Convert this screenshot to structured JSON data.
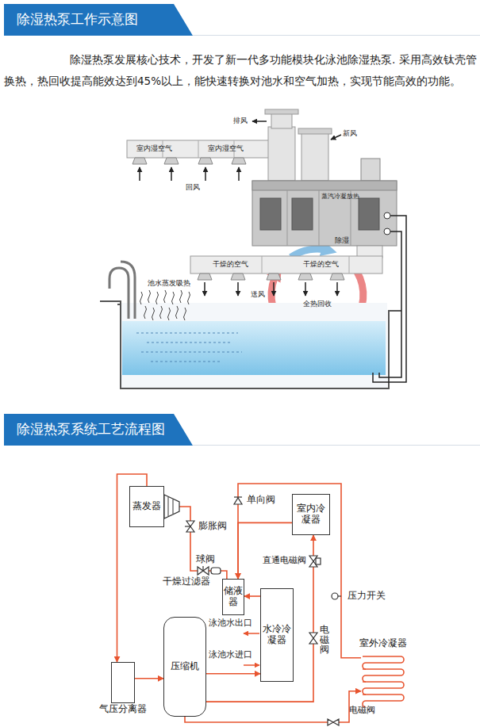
{
  "diagram": {
    "nodes": [
      {
        "text": [
          "除湿热泵工作示意图"
        ]
      },
      {
        "text": [
          "除湿热泵系统工艺流程图"
        ]
      },
      {
        "text": [
          "蒸发器"
        ]
      },
      {
        "text": [
          "室内冷凝器"
        ]
      },
      {
        "text": [
          "储液器"
        ]
      },
      {
        "text": [
          "水冷冷凝器"
        ]
      },
      {
        "text": [
          "压缩机"
        ]
      },
      {
        "text": [
          "气压分离器"
        ]
      },
      {
        "text": [
          "室外冷凝器"
        ]
      }
    ],
    "edges": [
      {
        "from": 4,
        "to": 2,
        "arrow": "to"
      },
      {
        "from": 3,
        "to": 4,
        "arrow": "to"
      },
      {
        "from": 2,
        "to": 7,
        "arrow": "to"
      },
      {
        "from": 7,
        "to": 6,
        "arrow": "to"
      },
      {
        "from": 6,
        "to": 5,
        "arrow": "to"
      },
      {
        "from": 6,
        "to": 3,
        "arrow": "to"
      },
      {
        "from": 6,
        "to": 8,
        "arrow": "to"
      },
      {
        "from": 5,
        "to": 4,
        "arrow": "to"
      },
      {
        "from": 8,
        "to": 4,
        "arrow": "to"
      }
    ],
    "labels": [
      "除湿热泵发展核心技术，开发了新一代多功能模块化泳池除湿热泵. 采用高效钛壳管换热，热回收提高能效达到45%以上，能快速转换对池水和空气加热，实现节能高效的功能。",
      "排风",
      "新风",
      "室内湿空气",
      "室内湿空气",
      "回风",
      "蒸汽冷凝放热",
      "除湿",
      "干燥的空气",
      "干燥的空气",
      "池水蒸发吸热",
      "送风",
      "全热回收",
      "膨胀阀",
      "球阀",
      "干燥过滤器",
      "单向阀",
      "直通电磁阀",
      "泳池水出口",
      "泳池水进口",
      "电磁阀",
      "压力开关",
      "电磁阀"
    ]
  }
}
